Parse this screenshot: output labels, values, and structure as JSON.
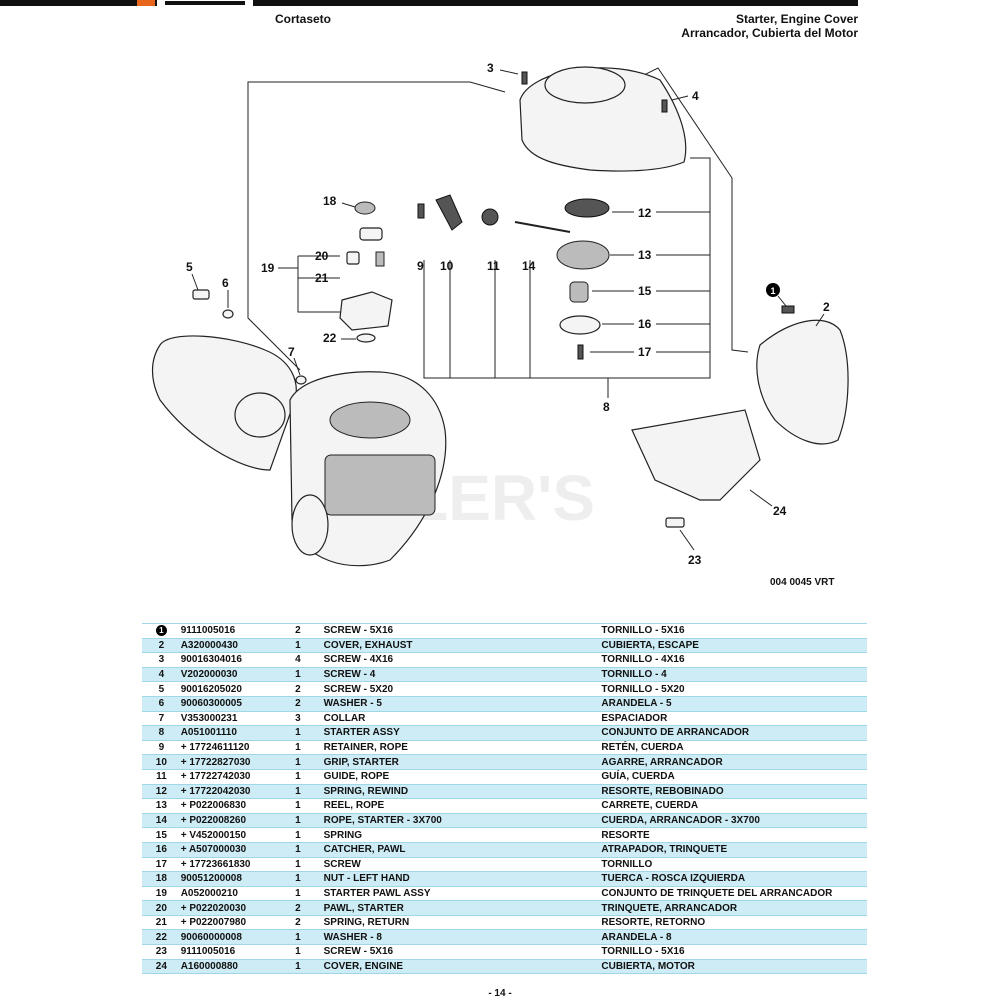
{
  "header": {
    "model": "Cortaseto",
    "section_en": "Starter, Engine Cover",
    "section_es": "Arrancador, Cubierta del Motor"
  },
  "diagram": {
    "figure_code": "004 0045 VRT",
    "watermark": "TLER'S",
    "callouts": [
      "1",
      "2",
      "3",
      "4",
      "5",
      "6",
      "7",
      "8",
      "9",
      "10",
      "11",
      "12",
      "13",
      "14",
      "15",
      "16",
      "17",
      "18",
      "19",
      "20",
      "21",
      "22",
      "23",
      "24"
    ]
  },
  "parts": [
    {
      "ref": "1",
      "circled": true,
      "part_no": "9111005016",
      "qty": "2",
      "desc_en": "SCREW - 5X16",
      "desc_es": "TORNILLO - 5X16"
    },
    {
      "ref": "2",
      "part_no": "A320000430",
      "qty": "1",
      "desc_en": "COVER, EXHAUST",
      "desc_es": "CUBIERTA, ESCAPE"
    },
    {
      "ref": "3",
      "part_no": "90016304016",
      "qty": "4",
      "desc_en": "SCREW - 4X16",
      "desc_es": "TORNILLO - 4X16"
    },
    {
      "ref": "4",
      "part_no": "V202000030",
      "qty": "1",
      "desc_en": "SCREW - 4",
      "desc_es": "TORNILLO - 4"
    },
    {
      "ref": "5",
      "part_no": "90016205020",
      "qty": "2",
      "desc_en": "SCREW - 5X20",
      "desc_es": "TORNILLO - 5X20"
    },
    {
      "ref": "6",
      "part_no": "90060300005",
      "qty": "2",
      "desc_en": "WASHER - 5",
      "desc_es": "ARANDELA - 5"
    },
    {
      "ref": "7",
      "part_no": "V353000231",
      "qty": "3",
      "desc_en": "COLLAR",
      "desc_es": "ESPACIADOR"
    },
    {
      "ref": "8",
      "part_no": "A051001110",
      "qty": "1",
      "desc_en": "STARTER ASSY",
      "desc_es": "CONJUNTO DE ARRANCADOR"
    },
    {
      "ref": "9",
      "part_no": "+ 17724611120",
      "qty": "1",
      "desc_en": "RETAINER, ROPE",
      "desc_es": "RETÉN, CUERDA"
    },
    {
      "ref": "10",
      "part_no": "+ 17722827030",
      "qty": "1",
      "desc_en": "GRIP, STARTER",
      "desc_es": "AGARRE, ARRANCADOR"
    },
    {
      "ref": "11",
      "part_no": "+ 17722742030",
      "qty": "1",
      "desc_en": "GUIDE, ROPE",
      "desc_es": "GUÍA, CUERDA"
    },
    {
      "ref": "12",
      "part_no": "+ 17722042030",
      "qty": "1",
      "desc_en": "SPRING, REWIND",
      "desc_es": "RESORTE, REBOBINADO"
    },
    {
      "ref": "13",
      "part_no": "+ P022006830",
      "qty": "1",
      "desc_en": "REEL, ROPE",
      "desc_es": "CARRETE, CUERDA"
    },
    {
      "ref": "14",
      "part_no": "+ P022008260",
      "qty": "1",
      "desc_en": "ROPE, STARTER - 3X700",
      "desc_es": "CUERDA, ARRANCADOR - 3X700"
    },
    {
      "ref": "15",
      "part_no": "+ V452000150",
      "qty": "1",
      "desc_en": "SPRING",
      "desc_es": "RESORTE"
    },
    {
      "ref": "16",
      "part_no": "+ A507000030",
      "qty": "1",
      "desc_en": "CATCHER, PAWL",
      "desc_es": "ATRAPADOR, TRINQUETE"
    },
    {
      "ref": "17",
      "part_no": "+ 17723661830",
      "qty": "1",
      "desc_en": "SCREW",
      "desc_es": "TORNILLO"
    },
    {
      "ref": "18",
      "part_no": "90051200008",
      "qty": "1",
      "desc_en": "NUT - LEFT HAND",
      "desc_es": "TUERCA - ROSCA IZQUIERDA"
    },
    {
      "ref": "19",
      "part_no": "A052000210",
      "qty": "1",
      "desc_en": "STARTER PAWL ASSY",
      "desc_es": "CONJUNTO DE TRINQUETE DEL ARRANCADOR"
    },
    {
      "ref": "20",
      "part_no": "+ P022020030",
      "qty": "2",
      "desc_en": "PAWL, STARTER",
      "desc_es": "TRINQUETE, ARRANCADOR"
    },
    {
      "ref": "21",
      "part_no": "+ P022007980",
      "qty": "2",
      "desc_en": "SPRING, RETURN",
      "desc_es": "RESORTE, RETORNO"
    },
    {
      "ref": "22",
      "part_no": "90060000008",
      "qty": "1",
      "desc_en": "WASHER - 8",
      "desc_es": "ARANDELA - 8"
    },
    {
      "ref": "23",
      "part_no": "9111005016",
      "qty": "1",
      "desc_en": "SCREW - 5X16",
      "desc_es": "TORNILLO - 5X16"
    },
    {
      "ref": "24",
      "part_no": "A160000880",
      "qty": "1",
      "desc_en": "COVER, ENGINE",
      "desc_es": "CUBIERTA, MOTOR"
    }
  ],
  "footer": {
    "page_number": "- 14 -"
  }
}
